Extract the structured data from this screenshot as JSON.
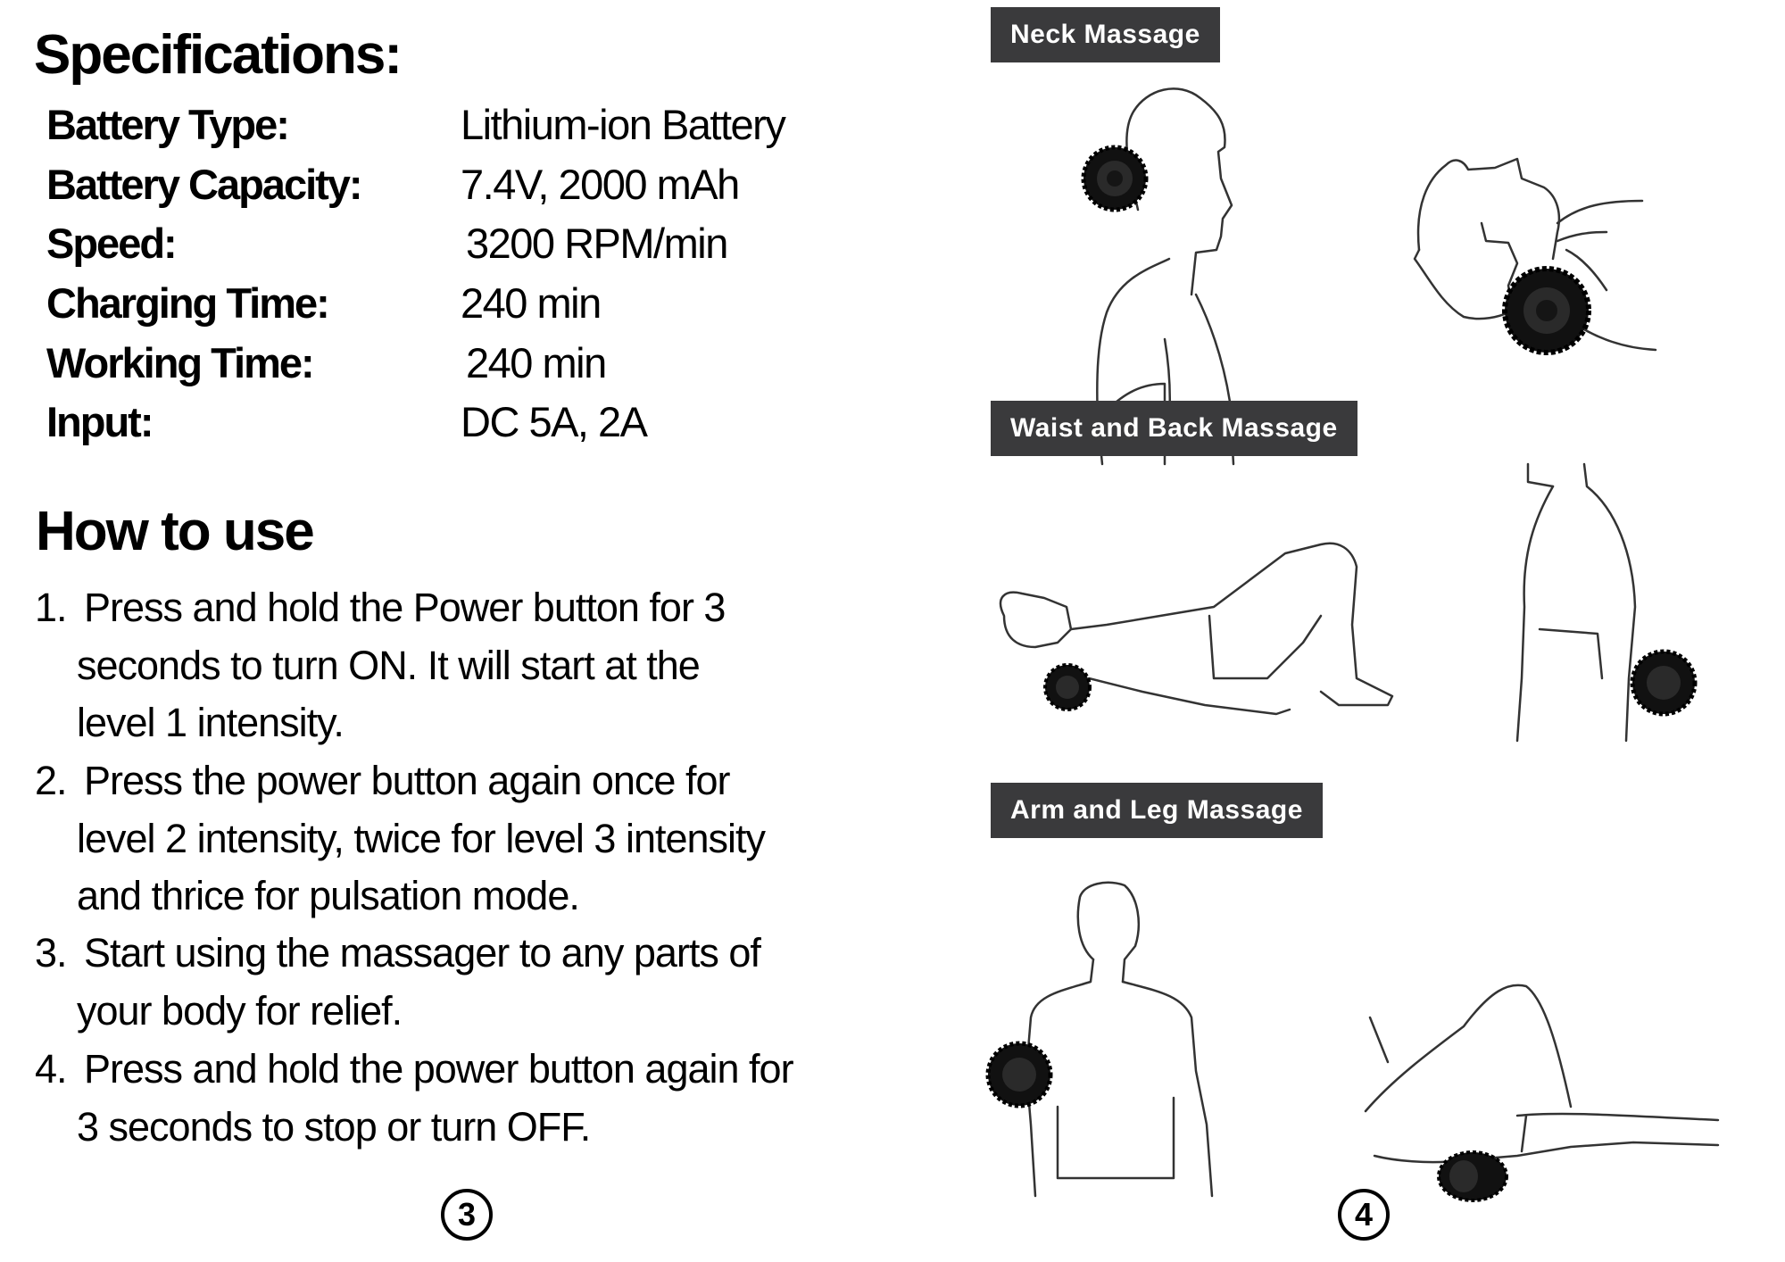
{
  "specifications": {
    "title": "Specifications:",
    "rows": [
      {
        "label": "Battery Type:",
        "value": "Lithium-ion Battery"
      },
      {
        "label": "Battery Capacity:",
        "value": "7.4V, 2000 mAh"
      },
      {
        "label": "Speed:",
        "value": "3200 RPM/min"
      },
      {
        "label": "Charging Time:",
        "value": "240 min"
      },
      {
        "label": "Working Time:",
        "value": "240 min"
      },
      {
        "label": "Input:",
        "value": "DC 5A, 2A"
      }
    ]
  },
  "how_to_use": {
    "title": "How to use",
    "steps": [
      {
        "num": "1.",
        "lines": [
          "Press and hold the Power button for 3",
          "seconds to turn ON. It will start at the",
          "level 1 intensity."
        ]
      },
      {
        "num": "2.",
        "lines": [
          "Press the power button again once for",
          "level 2 intensity, twice for level 3 intensity",
          "and thrice for pulsation mode."
        ]
      },
      {
        "num": "3.",
        "lines": [
          "Start using the massager to any parts of",
          "your body for relief."
        ]
      },
      {
        "num": "4.",
        "lines": [
          "Press and hold the power button again for",
          "3 seconds to stop or turn OFF."
        ]
      }
    ]
  },
  "sections": [
    {
      "label": "Neck Massage"
    },
    {
      "label": "Waist and Back Massage"
    },
    {
      "label": "Arm and Leg Massage"
    }
  ],
  "page_numbers": [
    "3",
    "4"
  ],
  "colors": {
    "label_bg": "#3a3a3c",
    "label_text": "#ffffff",
    "massager": "#111111"
  }
}
